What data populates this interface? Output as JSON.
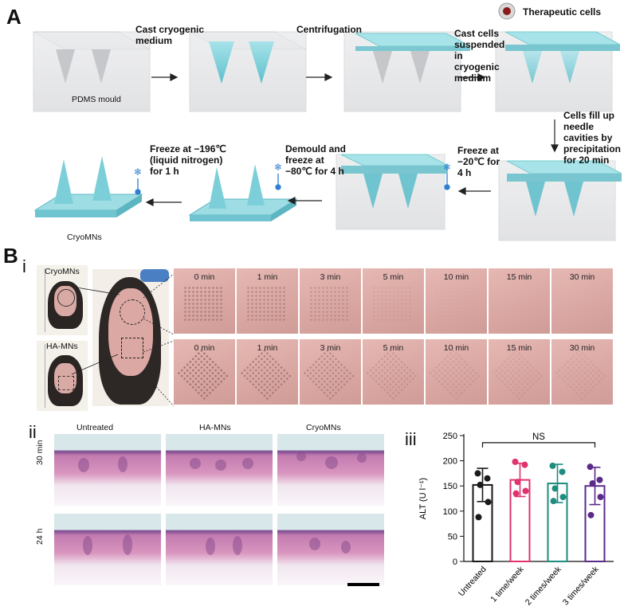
{
  "panelA": {
    "letter": "A",
    "mould_label": "PDMS mould",
    "steps": {
      "cast_medium": "Cast cryogenic medium",
      "centrifugation": "Centrifugation",
      "cast_cells": "Cast cells suspended in cryogenic medium",
      "therapeutic": "Therapeutic cells",
      "precipitation": "Cells fill up needle cavities by precipitation for 20 min",
      "freeze20": "Freeze at −20℃ for 4 h",
      "demould": "Demould and freeze at −80℃ for 4 h",
      "freeze196": "Freeze at −196℃ (liquid nitrogen) for 1 h"
    },
    "product_label": "CryoMNs"
  },
  "panelB": {
    "letter": "B",
    "sub_i": "i",
    "sub_ii": "ii",
    "sub_iii": "iii",
    "mouse_labels": [
      "CryoMNs",
      "HA-MNs"
    ],
    "times": [
      "0 min",
      "1 min",
      "3 min",
      "5 min",
      "10 min",
      "15 min",
      "30 min"
    ],
    "histology": {
      "columns": [
        "Untreated",
        "HA-MNs",
        "CryoMNs"
      ],
      "rows": [
        "30 min",
        "24 h"
      ]
    }
  },
  "chart_data": {
    "type": "bar",
    "categories": [
      "Untreated",
      "1 time/week",
      "2 times/week",
      "3 times/week"
    ],
    "values": [
      152,
      162,
      155,
      150
    ],
    "errors": [
      33,
      33,
      38,
      37
    ],
    "points": [
      [
        175,
        165,
        152,
        118,
        88
      ],
      [
        198,
        192,
        158,
        140,
        135
      ],
      [
        190,
        178,
        145,
        128,
        120
      ],
      [
        188,
        162,
        155,
        128,
        92
      ]
    ],
    "colors": [
      "#1a1a1a",
      "#e0336e",
      "#1e8c7e",
      "#5b2b8a"
    ],
    "ylabel": "ALT (U l⁻¹)",
    "ylim": [
      0,
      250
    ],
    "yticks": [
      0,
      50,
      100,
      150,
      200,
      250
    ],
    "significance": "NS"
  }
}
